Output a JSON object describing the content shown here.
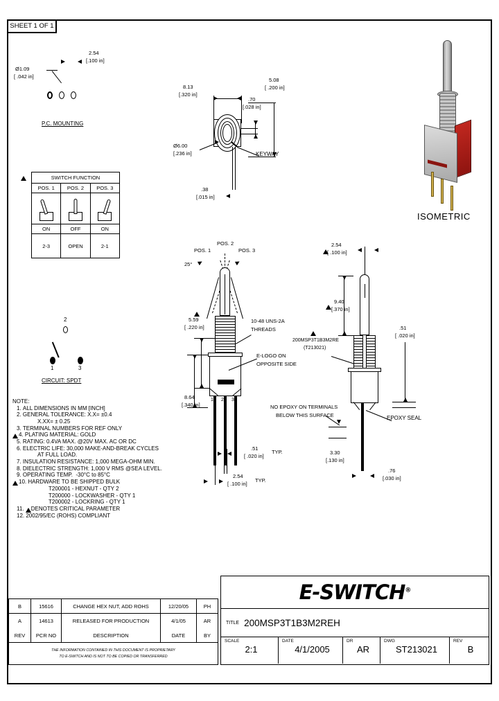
{
  "sheet": {
    "tab_label": "SHEET 1 OF 1"
  },
  "pc_mounting": {
    "title": "P.C. MOUNTING",
    "hole_dia_mm": "Ø1.09",
    "hole_dia_in": "[ .042 in]",
    "pitch_mm": "2.54",
    "pitch_in": "[.100 in]"
  },
  "switch_function": {
    "title": "SWITCH FUNCTION",
    "positions": [
      "POS. 1",
      "POS. 2",
      "POS. 3"
    ],
    "states": [
      "ON",
      "OFF",
      "ON"
    ],
    "circuits": [
      "2-3",
      "OPEN",
      "2-1"
    ]
  },
  "circuit": {
    "caption": "CIRCUIT: SPDT",
    "terminals": [
      "2",
      "1",
      "3"
    ]
  },
  "top_view": {
    "width_mm": "8.13",
    "width_in": "[.320 in]",
    "height_mm": "5.08",
    "height_in": "[ .200 in]",
    "slot_mm": ".70",
    "slot_in": "[.028 in]",
    "bushing_dia_mm": "Ø6.00",
    "bushing_dia_in": "[.236 in]",
    "thickness_mm": ".38",
    "thickness_in": "[.015 in]",
    "keyway_label": "KEYWAY"
  },
  "front_view": {
    "pos_labels": [
      "POS. 1",
      "POS. 2",
      "POS. 3"
    ],
    "angle": "25°",
    "lever_mm": "5.59",
    "lever_in": "[ .220 in]",
    "thread_note_l1": "10-48 UNS-2A",
    "thread_note_l2": "THREADS",
    "logo_note_l1": "E-LOGO ON",
    "logo_note_l2": "OPPOSITE SIDE",
    "body_mm": "8.64",
    "body_in": "[.340 in]",
    "terminal_numbers": [
      "1",
      "2",
      "3"
    ],
    "term_width_mm": ".51",
    "term_width_in": "[ .020 in]",
    "term_width_typ": "TYP.",
    "term_pitch_mm": "2.54",
    "term_pitch_in": "[ .100 in]",
    "term_pitch_typ": "TYP."
  },
  "side_view": {
    "offset_mm": "2.54",
    "offset_in": "[ .100 in]",
    "lever_mm": "9.40",
    "lever_in": "[.370 in]",
    "base_mm": ".51",
    "base_in": "[ .020 in]",
    "marking_l1": "200MSP3T1B3M2RE",
    "marking_l2": "(T213021)",
    "epoxy_note_l1": "NO EPOXY ON TERMINALS",
    "epoxy_note_l2": "BELOW THIS SURFACE",
    "epoxy_seal_label": "EPOXY SEAL",
    "term_len_mm": "3.30",
    "term_len_in": "[.130 in]",
    "term_thk_mm": ".76",
    "term_thk_in": "[.030 in]"
  },
  "isometric": {
    "caption": "ISOMETRIC",
    "colors": {
      "body": "#c8c8c8",
      "side_panel": "#b0221b",
      "lever": "#9a9a9a",
      "terminals": "#c9a836"
    }
  },
  "notes": {
    "heading": "NOTE:",
    "items": [
      {
        "num": "1.",
        "flag": false,
        "text": "ALL DIMENSIONS IN MM [INCH]"
      },
      {
        "num": "2.",
        "flag": false,
        "text": "GENERAL TOLERANCE: X.X= ±0.4"
      },
      {
        "num": "",
        "flag": false,
        "text": "X.XX= ± 0.25",
        "indent": true
      },
      {
        "num": "3.",
        "flag": false,
        "text": "TERMINAL NUMBERS FOR REF ONLY"
      },
      {
        "num": "4.",
        "flag": true,
        "text": "PLATING MATERIAL: GOLD"
      },
      {
        "num": "5.",
        "flag": false,
        "text": "RATING: 0.4VA MAX. @20V MAX. AC OR DC"
      },
      {
        "num": "6.",
        "flag": false,
        "text": "ELECTRIC LIFE: 30,000 MAKE-AND-BREAK CYCLES"
      },
      {
        "num": "",
        "flag": false,
        "text": "AT FULL LOAD.",
        "indent": true
      },
      {
        "num": "7.",
        "flag": false,
        "text": "INSULATION RESISTANCE: 1,000 MEGA-OHM MIN."
      },
      {
        "num": "8.",
        "flag": false,
        "text": "DIELECTRIC STRENGTH: 1,000 V RMS @SEA LEVEL."
      },
      {
        "num": "9.",
        "flag": false,
        "text": "OPERATING TEMP.  -30°C to 85°C"
      },
      {
        "num": "10.",
        "flag": true,
        "text": "HARDWARE TO BE SHIPPED BULK"
      },
      {
        "num": "",
        "flag": false,
        "text": "T200001 - HEXNUT - QTY 2",
        "indent2": true
      },
      {
        "num": "",
        "flag": false,
        "text": "T200000 - LOCKWASHER - QTY 1",
        "indent2": true
      },
      {
        "num": "",
        "flag": false,
        "text": "T200002 - LOCKRING - QTY 1",
        "indent2": true
      },
      {
        "num": "11.",
        "flag": true,
        "text": "DENOTES CRITICAL PARAMETER",
        "inline_flag": true
      },
      {
        "num": "12.",
        "flag": false,
        "text": "2002/95/EC (ROHS) COMPLIANT"
      }
    ]
  },
  "revision_table": {
    "headers": {
      "rev": "REV",
      "pcr": "PCR NO",
      "description": "DESCRIPTION",
      "date": "DATE",
      "by": "BY"
    },
    "rows": [
      {
        "rev": "B",
        "pcr": "15616",
        "description": "CHANGE HEX NUT, ADD ROHS",
        "date": "12/20/05",
        "by": "PH"
      },
      {
        "rev": "A",
        "pcr": "14613",
        "description": "RELEASED FOR PRODUCTION",
        "date": "4/1/05",
        "by": "AR"
      }
    ]
  },
  "proprietary_note": {
    "line1": "THE INFORMATION CONTAINED IN THIS DOCUMENT IS PROPRIETARY",
    "line2": "TO E-SWITCH AND IS NOT TO BE COPIED OR TRANSFERRED"
  },
  "title_block": {
    "logo_text": "E-SWITCH",
    "logo_reg": "®",
    "title_label": "TITLE",
    "title_value": "200MSP3T1B3M2REH",
    "scale_label": "SCALE",
    "scale_value": "2:1",
    "date_label": "DATE",
    "date_value": "4/1/2005",
    "dr_label": "DR",
    "dr_value": "AR",
    "dwg_label": "DWG",
    "dwg_value": "ST213021",
    "rev_label": "REV",
    "rev_value": "B"
  }
}
